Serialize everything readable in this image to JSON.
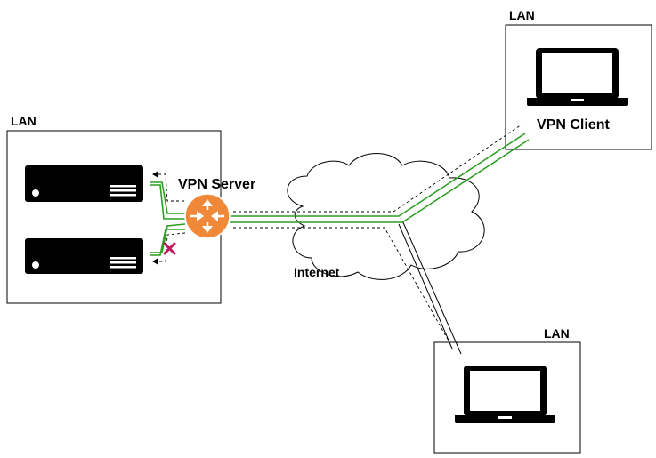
{
  "diagram": {
    "lan_left_label": "LAN",
    "lan_top_right_label": "LAN",
    "lan_bottom_right_label": "LAN",
    "vpn_server_label": "VPN Server",
    "vpn_client_label": "VPN Client",
    "internet_label": "Internet"
  },
  "colors": {
    "tunnel": "#2e9e22",
    "router": "#f0883a",
    "blocked": "#c2185b",
    "device": "#000000"
  },
  "icons": {
    "router": "router-icon",
    "server": "server-icon",
    "laptop": "laptop-icon",
    "cloud": "cloud-icon",
    "blocked": "cross-icon"
  }
}
